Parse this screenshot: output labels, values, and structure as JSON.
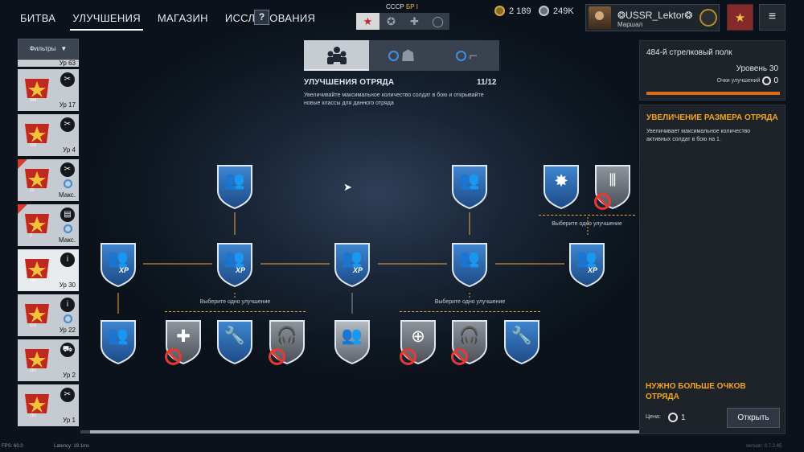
{
  "nav": {
    "items": [
      "БИТВА",
      "УЛУЧШЕНИЯ",
      "МАГАЗИН",
      "ИССЛЕДОВАНИЯ"
    ],
    "active": "УЛУЧШЕНИЯ",
    "help_label": "?"
  },
  "nation": {
    "name": "СССР",
    "br": "БР I"
  },
  "currency": {
    "gold": "2 189",
    "silver": "249K"
  },
  "profile": {
    "name": "❂USSR_Lektor❂",
    "rank": "Маршал"
  },
  "sidebar": {
    "filter_label": "Фильтры",
    "partial_level": "Ур 63",
    "squads": [
      {
        "level": "Ур 17",
        "num": "948",
        "badge": "✂",
        "check": false,
        "corner": false
      },
      {
        "level": "Ур 4",
        "num": "126",
        "badge": "✂",
        "check": false,
        "corner": false
      },
      {
        "level": "Макс.",
        "num": "22",
        "badge": "✂",
        "check": true,
        "corner": true
      },
      {
        "level": "Макс.",
        "num": "3",
        "badge": "▤",
        "check": true,
        "corner": true
      },
      {
        "level": "Ур 30",
        "num": "484",
        "badge": "i",
        "check": false,
        "corner": false
      },
      {
        "level": "Ур 22",
        "num": "670",
        "badge": "i",
        "check": true,
        "corner": false
      },
      {
        "level": "Ур 2",
        "num": "287",
        "badge": "⛟",
        "check": false,
        "corner": false
      },
      {
        "level": "Ур 1",
        "num": "787",
        "badge": "✂",
        "check": false,
        "corner": false
      }
    ]
  },
  "squad_panel": {
    "title": "УЛУЧШЕНИЯ ОТРЯДА",
    "count": "11/12",
    "description": "Увеличивайте максимальное количество солдат в бою и открывайте новые классы для данного отряда"
  },
  "tree": {
    "choose_label": "Выберите одно улучшение"
  },
  "right_panel": {
    "regiment": "484-й стрелковый полк",
    "level": "Уровень 30",
    "points_label": "Очки улучшений",
    "points_value": "0",
    "upgrade_title": "УВЕЛИЧЕНИЕ РАЗМЕРА ОТРЯДА",
    "upgrade_desc": "Увеличивает максимальное количество активных солдат в бою на 1.",
    "need_more": "НУЖНО БОЛЬШЕ ОЧКОВ ОТРЯДА",
    "price_label": "Цена:",
    "price_value": "1",
    "open_button": "Открыть"
  },
  "footer": {
    "fps": "FPS: 60.0",
    "latency": "Latency: 19.1ms",
    "version": "version: 0.7.2.65"
  },
  "colors": {
    "accent": "#f4a51c",
    "node_blue": "#2f6fb1",
    "node_gray": "#8a9098",
    "blocked": "#e53935",
    "progress": "#d96a16"
  }
}
